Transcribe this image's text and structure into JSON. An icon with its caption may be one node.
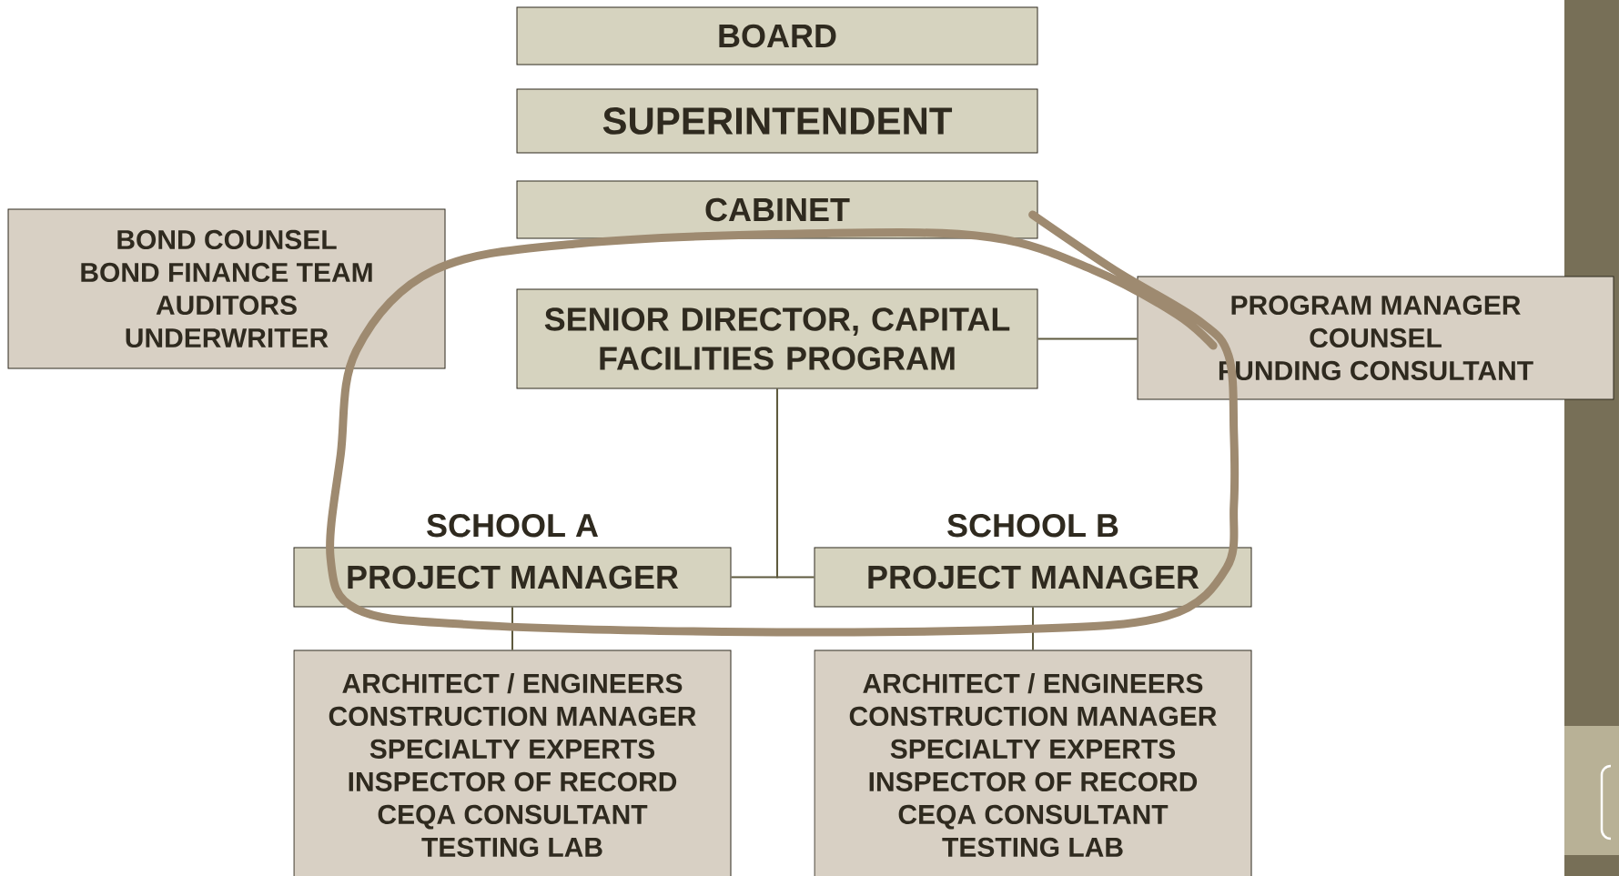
{
  "diagram": {
    "nodes": [
      {
        "text": [
          "BOARD"
        ]
      },
      {
        "text": [
          "SUPERINTENDENT"
        ]
      },
      {
        "text": [
          "CABINET"
        ]
      },
      {
        "text": [
          "BOND COUNSEL",
          "BOND FINANCE TEAM",
          "AUDITORS",
          "UNDERWRITER"
        ]
      },
      {
        "text": [
          "SENIOR DIRECTOR, CAPITAL FACILITIES PROGRAM"
        ]
      },
      {
        "text": [
          "PROGRAM MANAGER",
          "COUNSEL",
          "FUNDING CONSULTANT"
        ]
      },
      {
        "text": [
          "SCHOOL A",
          "PROJECT MANAGER"
        ]
      },
      {
        "text": [
          "SCHOOL B",
          "PROJECT MANAGER"
        ]
      },
      {
        "text": [
          "ARCHITECT / ENGINEERS",
          "CONSTRUCTION MANAGER",
          "SPECIALTY EXPERTS",
          "INSPECTOR OF RECORD",
          "CEQA CONSULTANT",
          "TESTING LAB"
        ]
      },
      {
        "text": [
          "ARCHITECT / ENGINEERS",
          "CONSTRUCTION MANAGER",
          "SPECIALTY EXPERTS",
          "INSPECTOR OF RECORD",
          "CEQA CONSULTANT",
          "TESTING LAB"
        ]
      }
    ],
    "edges": [
      {
        "from": 4,
        "to": 5,
        "arrow": "none"
      },
      {
        "from": 4,
        "to": 6,
        "arrow": "none"
      },
      {
        "from": 4,
        "to": 7,
        "arrow": "none"
      },
      {
        "from": 6,
        "to": 8,
        "arrow": "none"
      },
      {
        "from": 7,
        "to": 9,
        "arrow": "none"
      }
    ]
  }
}
